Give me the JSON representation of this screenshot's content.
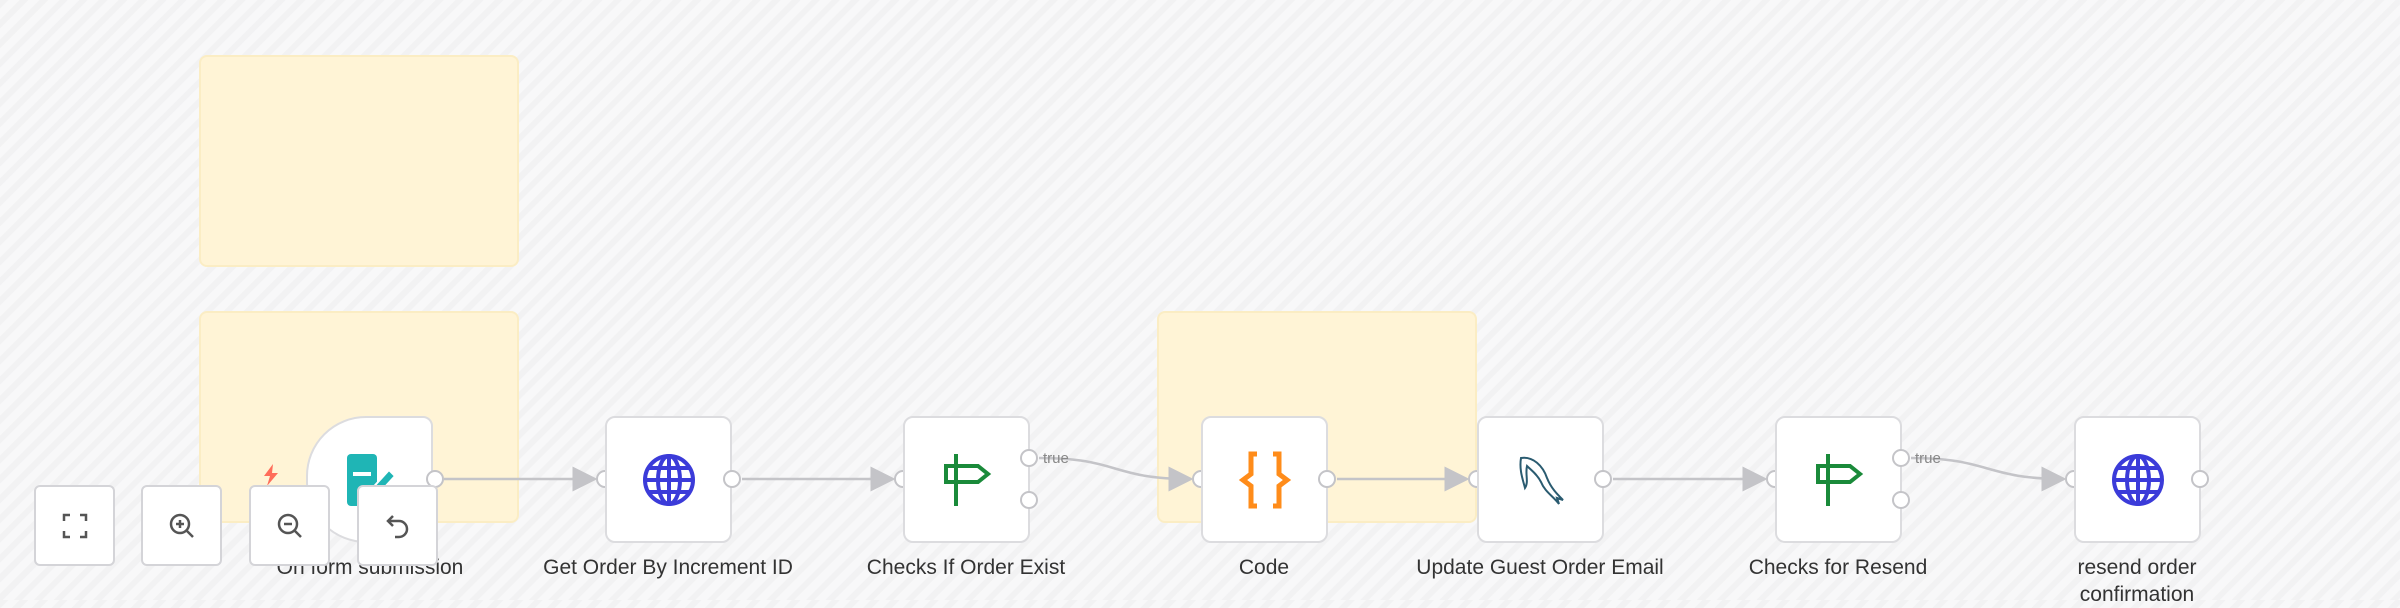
{
  "canvas": {
    "nodes": [
      {
        "label": "On form submission",
        "icon": "form-icon",
        "color": "#1fb5b5"
      },
      {
        "label": "Get Order By Increment ID",
        "icon": "globe-icon",
        "color": "#3b3bd9"
      },
      {
        "label": "Checks If Order Exist",
        "icon": "signpost-icon",
        "color": "#1a8a3a"
      },
      {
        "label": "Code",
        "icon": "code-braces-icon",
        "color": "#ff8c1a"
      },
      {
        "label": "Update Guest Order Email",
        "icon": "mysql-dolphin-icon",
        "color": "#2a5b70"
      },
      {
        "label": "Checks for Resend",
        "icon": "signpost-icon",
        "color": "#1a8a3a"
      },
      {
        "label": "resend order confirmation",
        "icon": "globe-icon",
        "color": "#3b3bd9"
      }
    ],
    "edge_labels": {
      "true1": "true",
      "true2": "true"
    },
    "trigger_badge": {
      "icon": "lightning-icon",
      "color": "#ff6d5a"
    },
    "sticky_color": "#fff4d6"
  },
  "controls": [
    {
      "name": "fit-view",
      "icon": "fit-view-icon"
    },
    {
      "name": "zoom-in",
      "icon": "zoom-in-icon"
    },
    {
      "name": "zoom-out",
      "icon": "zoom-out-icon"
    },
    {
      "name": "undo",
      "icon": "undo-icon"
    }
  ]
}
